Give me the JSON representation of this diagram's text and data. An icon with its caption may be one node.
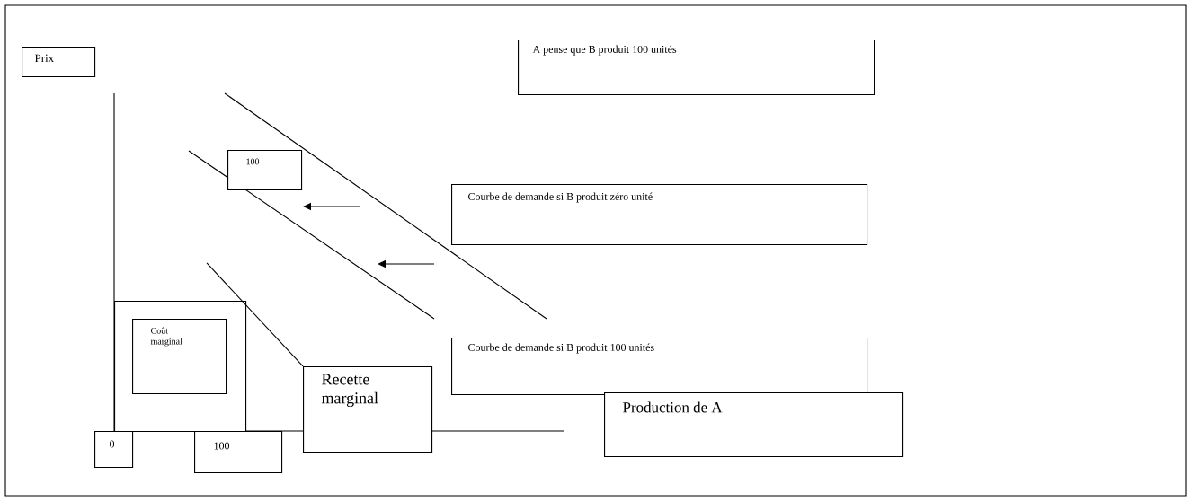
{
  "diagram": {
    "nodes": [
      {
        "text": [
          "Prix"
        ]
      },
      {
        "text": [
          "A pense que B produit 100 unités"
        ]
      },
      {
        "text": [
          "100"
        ]
      },
      {
        "text": [
          "Courbe de demande si B produit zéro unité"
        ]
      },
      {
        "text": [],
        "shape": "box"
      },
      {
        "text": [
          "Coût marginal"
        ],
        "in": 4
      },
      {
        "text": [
          "Courbe de demande si B produit 100 unités"
        ]
      },
      {
        "text": [
          "Recette marginal"
        ]
      },
      {
        "text": [
          "Production de A"
        ]
      },
      {
        "text": [
          "0"
        ]
      },
      {
        "text": [
          "100"
        ]
      }
    ],
    "edges": [
      {
        "from": null,
        "to": 7,
        "arrow": "none"
      }
    ]
  }
}
